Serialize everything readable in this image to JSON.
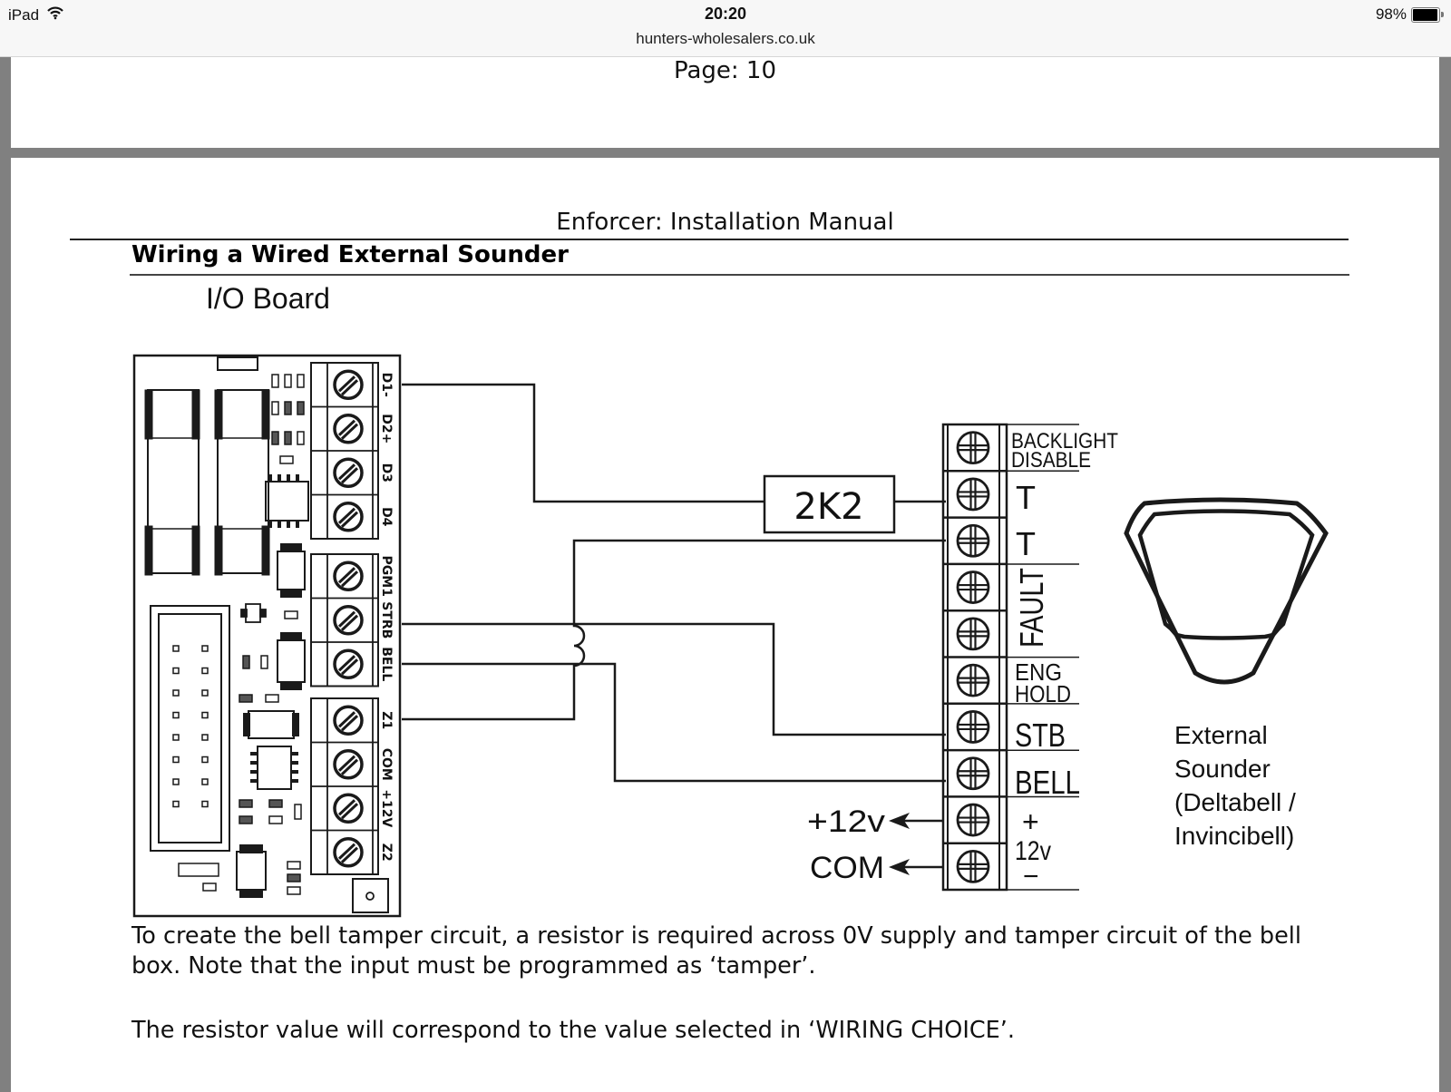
{
  "status_bar": {
    "device": "iPad",
    "wifi_icon": "wifi-icon",
    "time": "20:20",
    "url": "hunters-wholesalers.co.uk",
    "battery_percent_text": "98%",
    "battery_level": 0.98
  },
  "previous_page": {
    "page_label": "Page: 10"
  },
  "document": {
    "header": "Enforcer: Installation Manual",
    "section_title": "Wiring a Wired External Sounder",
    "io_board_label": "I/O Board",
    "io_terminals_group1": [
      "D1-",
      "D2+",
      "D3",
      "D4"
    ],
    "io_terminals_group2": [
      "PGM1",
      "STRB",
      "BELL"
    ],
    "io_terminals_group3": [
      "Z1",
      "COM",
      "+12V",
      "Z2"
    ],
    "resistor_label": "2K2",
    "sounder_terminals": [
      "BACKLIGHT DISABLE",
      "T",
      "T",
      "FAULT",
      "ENG HOLD",
      "STB",
      "BELL",
      "+ 12v −"
    ],
    "sounder_labels": {
      "backlight_line1": "BACKLIGHT",
      "backlight_line2": "DISABLE",
      "t1": "T",
      "t2": "T",
      "fault": "FAULT",
      "eng_line1": "ENG",
      "eng_line2": "HOLD",
      "stb": "STB",
      "bell": "BELL",
      "plus": "+",
      "twelve_v": "12v",
      "minus": "−"
    },
    "supply_labels": {
      "plus12": "+12v",
      "com": "COM"
    },
    "sounder_caption": [
      "External",
      "Sounder",
      "(Deltabell /",
      "Invincibell)"
    ],
    "paragraph1": "To create the bell tamper circuit, a resistor is required across 0V supply and tamper circuit of the bell box. Note that the input must be programmed as ‘tamper’.",
    "paragraph2": "The resistor value will correspond to the value selected in ‘WIRING CHOICE’."
  }
}
